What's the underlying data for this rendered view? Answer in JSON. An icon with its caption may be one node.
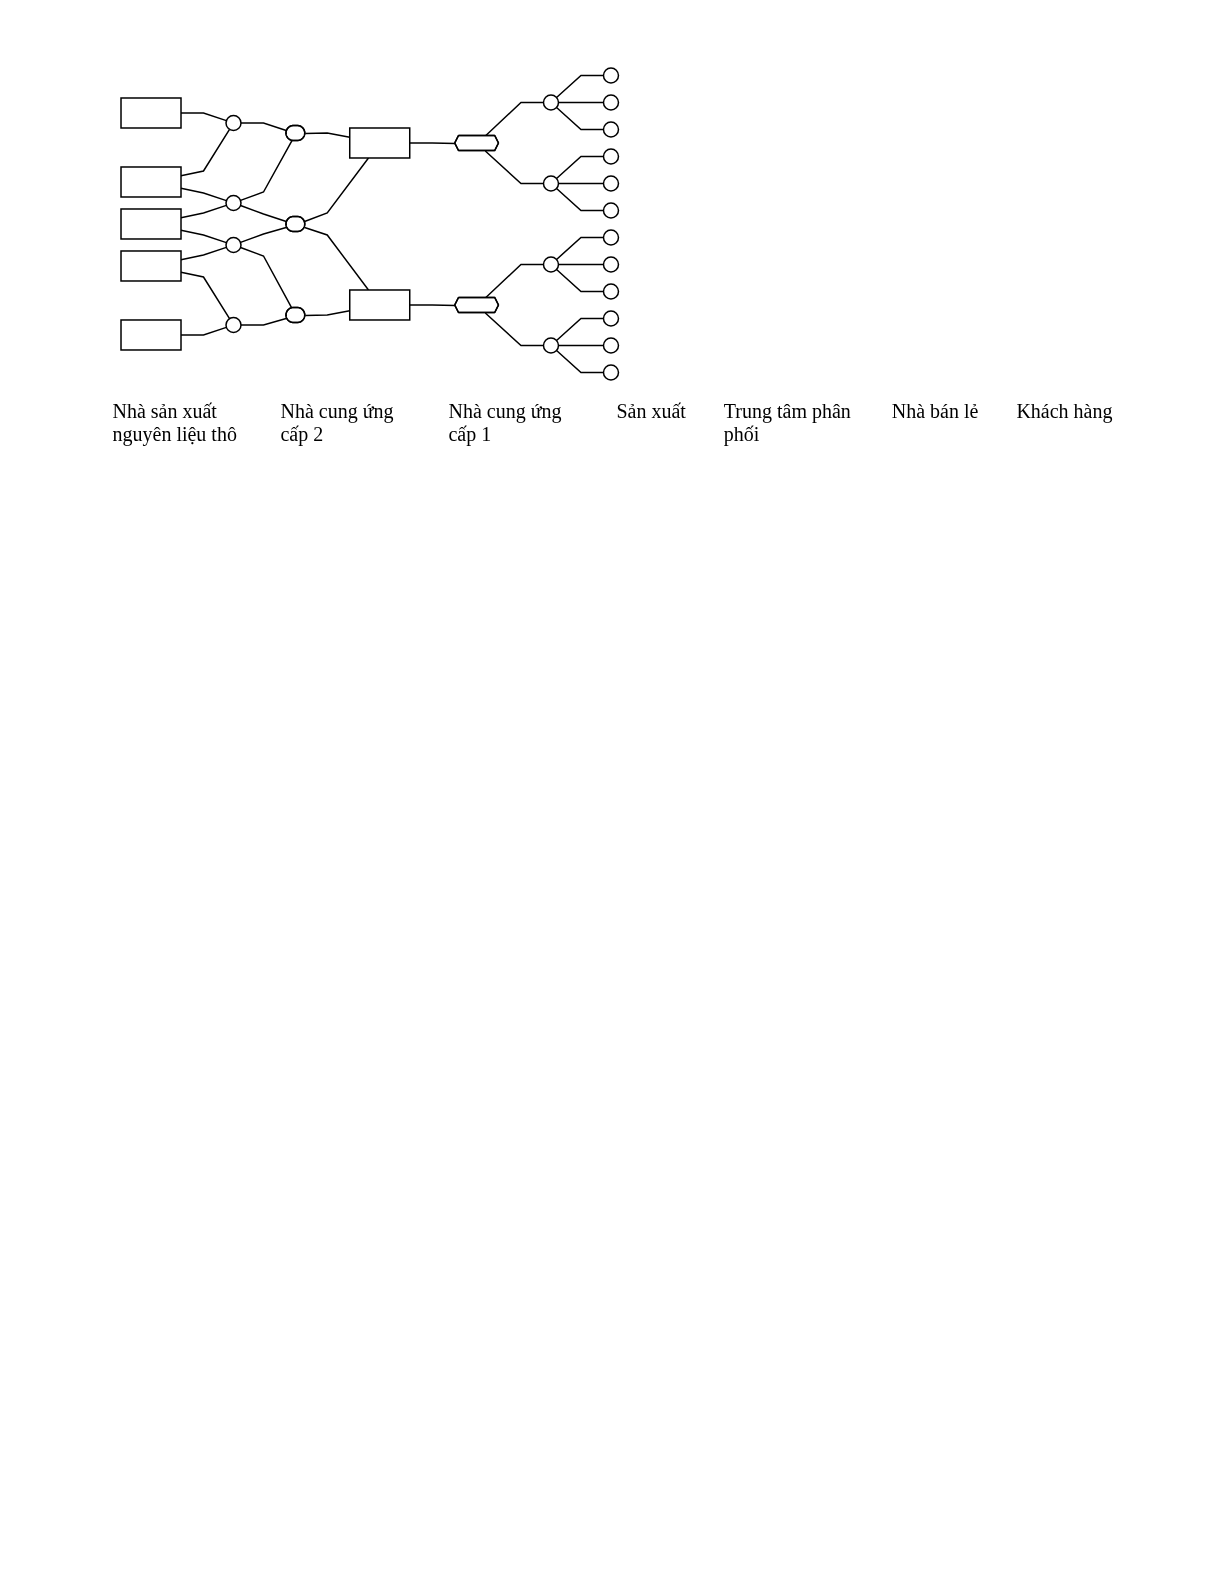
{
  "diagram": {
    "nodes": [
      {
        "text": [],
        "shape": "box"
      },
      {
        "text": [],
        "shape": "box"
      },
      {
        "text": [],
        "shape": "box"
      },
      {
        "text": [],
        "shape": "box"
      },
      {
        "text": [],
        "shape": "box"
      },
      {
        "text": [],
        "shape": "circle"
      },
      {
        "text": [],
        "shape": "circle"
      },
      {
        "text": [],
        "shape": "circle"
      },
      {
        "text": [],
        "shape": "circle"
      },
      {
        "text": [],
        "shape": "ellipse"
      },
      {
        "text": [],
        "shape": "ellipse"
      },
      {
        "text": [],
        "shape": "ellipse"
      },
      {
        "text": [],
        "shape": "box"
      },
      {
        "text": [],
        "shape": "box"
      },
      {
        "text": [],
        "shape": "octagon"
      },
      {
        "text": [],
        "shape": "octagon"
      },
      {
        "text": [],
        "shape": "circle"
      },
      {
        "text": [],
        "shape": "circle"
      },
      {
        "text": [],
        "shape": "circle"
      },
      {
        "text": [],
        "shape": "circle"
      },
      {
        "text": [],
        "shape": "circle"
      },
      {
        "text": [],
        "shape": "circle"
      },
      {
        "text": [],
        "shape": "circle"
      },
      {
        "text": [],
        "shape": "circle"
      },
      {
        "text": [],
        "shape": "circle"
      },
      {
        "text": [],
        "shape": "circle"
      },
      {
        "text": [],
        "shape": "circle"
      },
      {
        "text": [],
        "shape": "circle"
      },
      {
        "text": [],
        "shape": "circle"
      },
      {
        "text": [],
        "shape": "circle"
      },
      {
        "text": [],
        "shape": "circle"
      },
      {
        "text": [],
        "shape": "circle"
      }
    ],
    "edges": [
      {
        "from": 0,
        "to": 5,
        "arrow": "none"
      },
      {
        "from": 1,
        "to": 5,
        "arrow": "none"
      },
      {
        "from": 1,
        "to": 6,
        "arrow": "none"
      },
      {
        "from": 2,
        "to": 6,
        "arrow": "none"
      },
      {
        "from": 2,
        "to": 7,
        "arrow": "none"
      },
      {
        "from": 3,
        "to": 7,
        "arrow": "none"
      },
      {
        "from": 3,
        "to": 8,
        "arrow": "none"
      },
      {
        "from": 4,
        "to": 8,
        "arrow": "none"
      },
      {
        "from": 5,
        "to": 9,
        "arrow": "none"
      },
      {
        "from": 6,
        "to": 9,
        "arrow": "none"
      },
      {
        "from": 6,
        "to": 10,
        "arrow": "none"
      },
      {
        "from": 7,
        "to": 10,
        "arrow": "none"
      },
      {
        "from": 7,
        "to": 11,
        "arrow": "none"
      },
      {
        "from": 8,
        "to": 11,
        "arrow": "none"
      },
      {
        "from": 9,
        "to": 12,
        "arrow": "none"
      },
      {
        "from": 10,
        "to": 12,
        "arrow": "none"
      },
      {
        "from": 10,
        "to": 13,
        "arrow": "none"
      },
      {
        "from": 11,
        "to": 13,
        "arrow": "none"
      },
      {
        "from": 12,
        "to": 14,
        "arrow": "none"
      },
      {
        "from": 13,
        "to": 15,
        "arrow": "none"
      },
      {
        "from": 14,
        "to": 16,
        "arrow": "none"
      },
      {
        "from": 14,
        "to": 17,
        "arrow": "none"
      },
      {
        "from": 15,
        "to": 18,
        "arrow": "none"
      },
      {
        "from": 15,
        "to": 19,
        "arrow": "none"
      },
      {
        "from": 16,
        "to": 20,
        "arrow": "none"
      },
      {
        "from": 16,
        "to": 21,
        "arrow": "none"
      },
      {
        "from": 16,
        "to": 22,
        "arrow": "none"
      },
      {
        "from": 17,
        "to": 23,
        "arrow": "none"
      },
      {
        "from": 17,
        "to": 24,
        "arrow": "none"
      },
      {
        "from": 17,
        "to": 25,
        "arrow": "none"
      },
      {
        "from": 18,
        "to": 26,
        "arrow": "none"
      },
      {
        "from": 18,
        "to": 27,
        "arrow": "none"
      },
      {
        "from": 18,
        "to": 28,
        "arrow": "none"
      },
      {
        "from": 19,
        "to": 29,
        "arrow": "none"
      },
      {
        "from": 19,
        "to": 30,
        "arrow": "none"
      },
      {
        "from": 19,
        "to": 31,
        "arrow": "none"
      }
    ],
    "labels": [
      "Nhà sản xuất nguyên liệu thô",
      "Nhà cung ứng cấp 2",
      "Nhà cung ứng cấp 1",
      "Sản xuất",
      "Trung tâm phân phối",
      "Nhà bán lẻ",
      "Khách hàng"
    ]
  }
}
